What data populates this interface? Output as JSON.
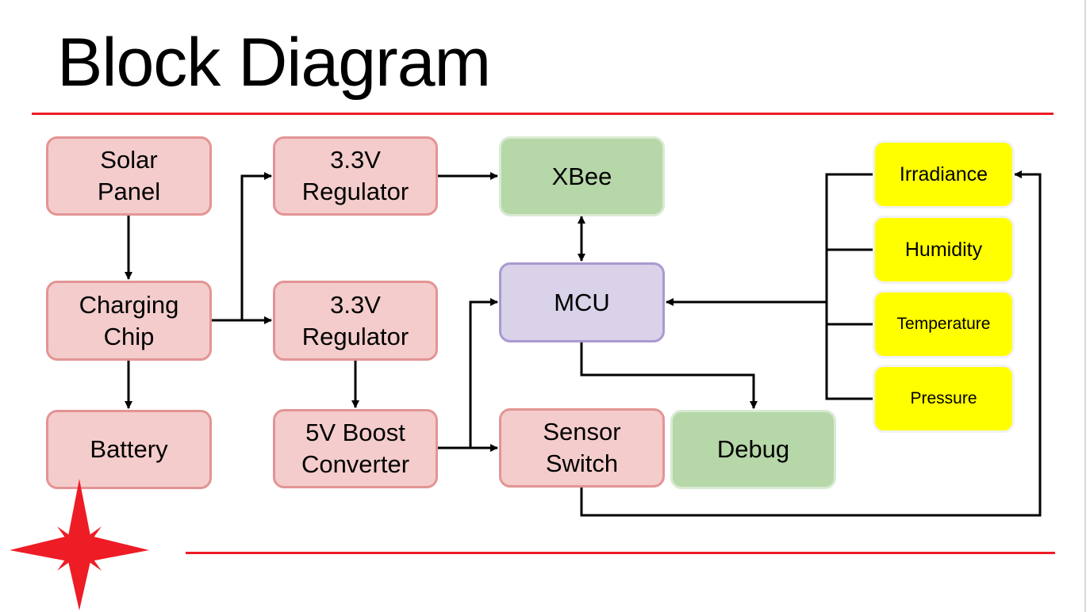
{
  "slide": {
    "title": "Block Diagram",
    "accent_color": "#ee1c25"
  },
  "blocks": {
    "solar_panel": "Solar\nPanel",
    "charging_chip": "Charging\nChip",
    "battery": "Battery",
    "regulator_top": "3.3V\nRegulator",
    "regulator_mid": "3.3V\nRegulator",
    "boost_converter": "5V Boost\nConverter",
    "xbee": "XBee",
    "mcu": "MCU",
    "sensor_switch": "Sensor\nSwitch",
    "debug": "Debug",
    "irradiance": "Irradiance",
    "humidity": "Humidity",
    "temperature": "Temperature",
    "pressure": "Pressure"
  },
  "colors": {
    "power_block": "#f4cccc",
    "comm_block": "#b6d7a8",
    "mcu_block": "#d9d2e9",
    "sensor_block": "#ffff00"
  },
  "logo_icon": "red-star-logo-icon"
}
